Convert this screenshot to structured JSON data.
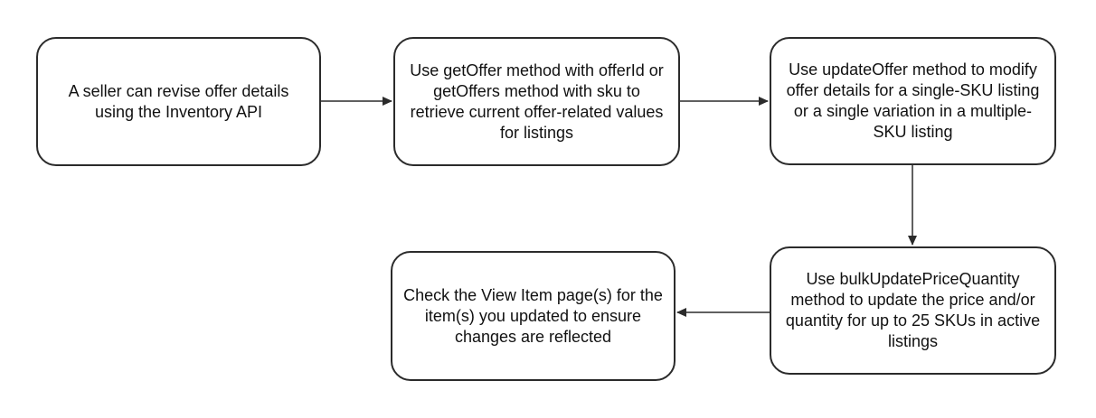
{
  "diagram": {
    "nodes": [
      {
        "id": "node-1",
        "text": "A seller can revise offer details using the Inventory API"
      },
      {
        "id": "node-2",
        "text": "Use getOffer method with offerId or getOffers method with sku to retrieve current offer-related values for listings"
      },
      {
        "id": "node-3",
        "text": "Use updateOffer method to modify offer details for a single-SKU listing or a single variation in a multiple-SKU listing"
      },
      {
        "id": "node-4",
        "text": "Use bulkUpdatePriceQuantity method to update the price and/or quantity for up to 25 SKUs in active listings"
      },
      {
        "id": "node-5",
        "text": "Check the View Item page(s) for the item(s) you updated to ensure changes are reflected"
      }
    ],
    "edges": [
      {
        "from": "node-1",
        "to": "node-2"
      },
      {
        "from": "node-2",
        "to": "node-3"
      },
      {
        "from": "node-3",
        "to": "node-4"
      },
      {
        "from": "node-4",
        "to": "node-5"
      }
    ],
    "colors": {
      "border": "#2b2b2b",
      "text": "#111111",
      "arrow": "#2b2b2b",
      "background": "#ffffff"
    }
  }
}
